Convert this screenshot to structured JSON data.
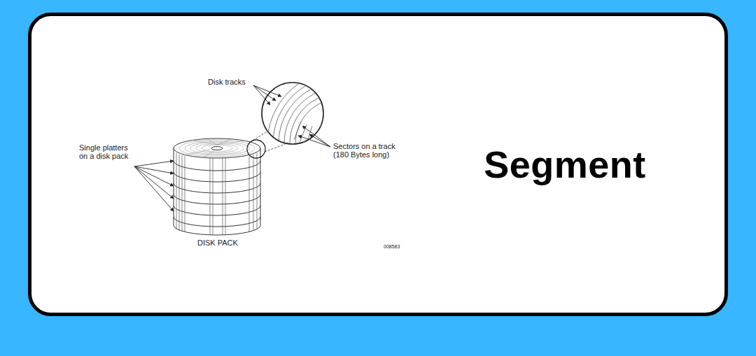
{
  "diagram": {
    "title": "Segment",
    "labels": [
      "Disk tracks",
      "Single platters on a disk pack",
      "Sectors on a track (180 Bytes long)",
      "DISK PACK",
      "008583"
    ]
  }
}
